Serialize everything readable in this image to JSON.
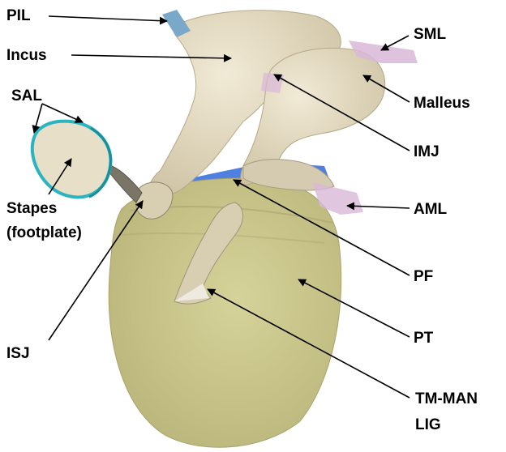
{
  "labels": {
    "pil": "PIL",
    "incus": "Incus",
    "sal": "SAL",
    "stapes_1": "Stapes",
    "stapes_2": "(footplate)",
    "isj": "ISJ",
    "sml": "SML",
    "malleus": "Malleus",
    "imj": "IMJ",
    "aml": "AML",
    "pf": "PF",
    "pt": "PT",
    "tm_1": "TM-MAN",
    "tm_2": "LIG"
  },
  "colors": {
    "bone": "#e8dfc4",
    "bone_shade": "#c9bd9c",
    "membrane": "#cfcc8c",
    "membrane_shade": "#b8b47a",
    "ligament_pink": "#d9b8d8",
    "ligament_blue": "#7aa8c8",
    "stapes_outline": "#2bb3c0",
    "pars_flaccida": "#4f7fe0"
  }
}
